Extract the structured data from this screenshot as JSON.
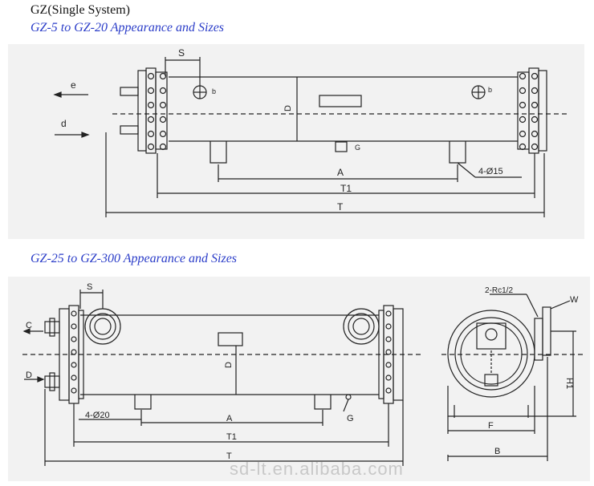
{
  "page_title": "GZ(Single System)",
  "section1": {
    "title": "GZ-5 to GZ-20 Appearance and Sizes",
    "labels": {
      "e": "e",
      "d": "d",
      "S": "S",
      "b_left": "b",
      "b_right": "b",
      "D": "D",
      "G": "G",
      "A": "A",
      "T1": "T1",
      "T": "T",
      "holes": "4-Ø15"
    }
  },
  "section2": {
    "title": "GZ-25 to GZ-300 Appearance and Sizes",
    "labels": {
      "C": "C",
      "D_inlet": "D",
      "S": "S",
      "D": "D",
      "A": "A",
      "T1": "T1",
      "T": "T",
      "G": "G",
      "holes": "4-Ø20",
      "Rc": "2-Rc1/2",
      "W": "W",
      "H1": "H1",
      "F": "F",
      "B": "B"
    }
  },
  "watermark": "sd-lt.en.alibaba.com",
  "colors": {
    "title_blue": "#2a3cc8",
    "line": "#222222",
    "panel_bg": "#f2f2f2"
  }
}
